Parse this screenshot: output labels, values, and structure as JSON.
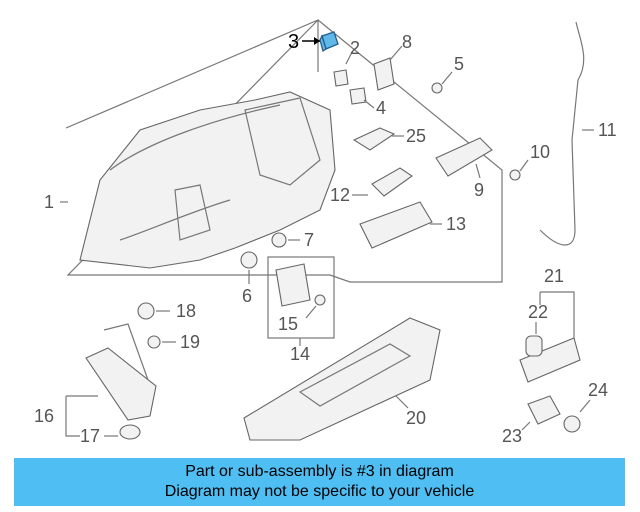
{
  "callouts": {
    "c1": "1",
    "c2": "2",
    "c3": "3",
    "c4": "4",
    "c5": "5",
    "c6": "6",
    "c7": "7",
    "c8": "8",
    "c9": "9",
    "c10": "10",
    "c11": "11",
    "c12": "12",
    "c13": "13",
    "c14": "14",
    "c15": "15",
    "c16": "16",
    "c17": "17",
    "c18": "18",
    "c19": "19",
    "c20": "20",
    "c21": "21",
    "c22": "22",
    "c23": "23",
    "c24": "24",
    "c25": "25"
  },
  "highlighted_part": "3",
  "colors": {
    "banner": "#4fbef2",
    "highlight": "#5fb8e8"
  },
  "banner": {
    "line1": "Part or sub-assembly is #3 in diagram",
    "line2": "Diagram may not be specific to your vehicle"
  }
}
